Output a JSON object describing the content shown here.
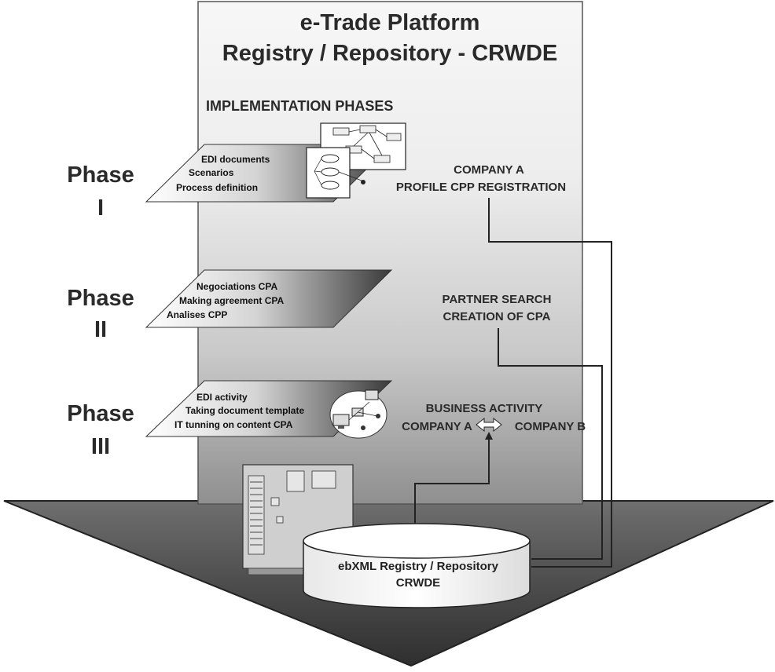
{
  "title": {
    "line1": "e-Trade Platform",
    "line2": "Registry / Repository - CRWDE"
  },
  "subtitle": "IMPLEMENTATION PHASES",
  "phases": [
    {
      "label1": "Phase",
      "label2": "I",
      "items": [
        "EDI documents",
        "Scenarios",
        "Process definition"
      ]
    },
    {
      "label1": "Phase",
      "label2": "II",
      "items": [
        "Negociations  CPA",
        "Making agreement  CPA",
        "Analises  CPP"
      ]
    },
    {
      "label1": "Phase",
      "label2": "III",
      "items": [
        "EDI activity",
        "Taking document template",
        "IT tunning on content CPA"
      ]
    }
  ],
  "annotations": {
    "company_profile": [
      "COMPANY A",
      "PROFILE CPP REGISTRATION"
    ],
    "partner_search": [
      "PARTNER SEARCH",
      "CREATION OF CPA"
    ],
    "business_activity": [
      "BUSINESS ACTIVITY",
      "COMPANY A",
      "COMPANY B"
    ]
  },
  "registry": {
    "line1": "ebXML Registry / Repository",
    "line2": "CRWDE"
  }
}
